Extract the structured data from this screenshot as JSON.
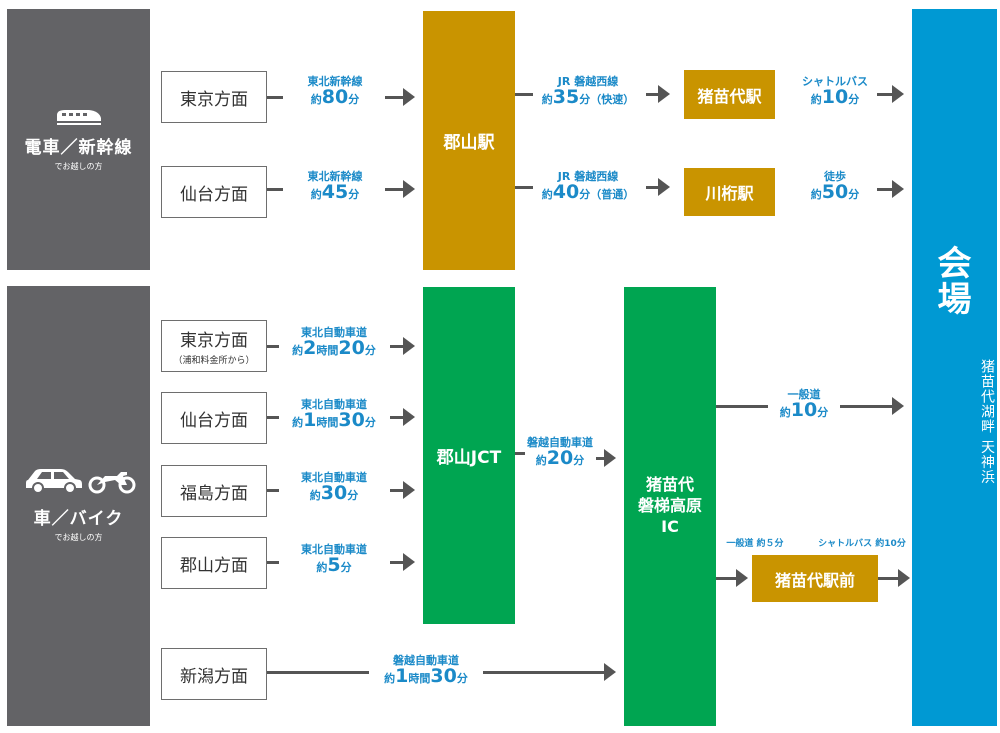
{
  "train": {
    "title": "電車／新幹線",
    "sub": "でお越しの方",
    "icon": "train-icon",
    "origins": [
      {
        "label": "東京方面",
        "route_name": "東北新幹線",
        "pre": "約",
        "num": "80",
        "unit": "分"
      },
      {
        "label": "仙台方面",
        "route_name": "東北新幹線",
        "pre": "約",
        "num": "45",
        "unit": "分"
      }
    ],
    "hub": "郡山駅",
    "lines": [
      {
        "route_name": "JR 磐越西線",
        "pre": "約",
        "num": "35",
        "unit": "分",
        "note": "（快速）",
        "station": "猪苗代駅",
        "next_name": "シャトルバス",
        "next_pre": "約",
        "next_num": "10",
        "next_unit": "分"
      },
      {
        "route_name": "JR 磐越西線",
        "pre": "約",
        "num": "40",
        "unit": "分",
        "note": "（普通）",
        "station": "川桁駅",
        "next_name": "徒歩",
        "next_pre": "約",
        "next_num": "50",
        "next_unit": "分"
      }
    ]
  },
  "car": {
    "title": "車／バイク",
    "sub": "でお越しの方",
    "icons": [
      "car-icon",
      "motorcycle-icon"
    ],
    "origins": [
      {
        "label": "東京方面",
        "note": "（浦和料金所から）",
        "route_name": "東北自動車道",
        "pre": "約",
        "n1": "2",
        "u1": "時間",
        "n2": "20",
        "u2": "分"
      },
      {
        "label": "仙台方面",
        "note": "",
        "route_name": "東北自動車道",
        "pre": "約",
        "n1": "1",
        "u1": "時間",
        "n2": "30",
        "u2": "分"
      },
      {
        "label": "福島方面",
        "note": "",
        "route_name": "東北自動車道",
        "pre": "約",
        "n1": "",
        "u1": "",
        "n2": "30",
        "u2": "分"
      },
      {
        "label": "郡山方面",
        "note": "",
        "route_name": "東北自動車道",
        "pre": "約",
        "n1": "",
        "u1": "",
        "n2": "5",
        "u2": "分"
      }
    ],
    "jct": "郡山JCT",
    "jct_route": {
      "route_name": "磐越自動車道",
      "pre": "約",
      "num": "20",
      "unit": "分"
    },
    "ic": [
      "猪苗代",
      "磐梯高原",
      "IC"
    ],
    "niigata": {
      "label": "新潟方面",
      "route_name": "磐越自動車道",
      "pre": "約",
      "n1": "1",
      "u1": "時間",
      "n2": "30",
      "u2": "分"
    },
    "ippan": {
      "route_name": "一般道",
      "pre": "約",
      "num": "10",
      "unit": "分"
    },
    "ippan2": "一般道 約５分",
    "shuttle2": "シャトルバス 約10分",
    "bus_stop": "猪苗代駅前"
  },
  "venue": {
    "title": [
      "会",
      "場"
    ],
    "sub": "猪苗代湖畔 天神浜"
  },
  "colors": {
    "gray": "#636366",
    "gold": "#c99400",
    "green": "#00a551",
    "blue": "#0099d3",
    "route_text": "#1b8ac8"
  }
}
